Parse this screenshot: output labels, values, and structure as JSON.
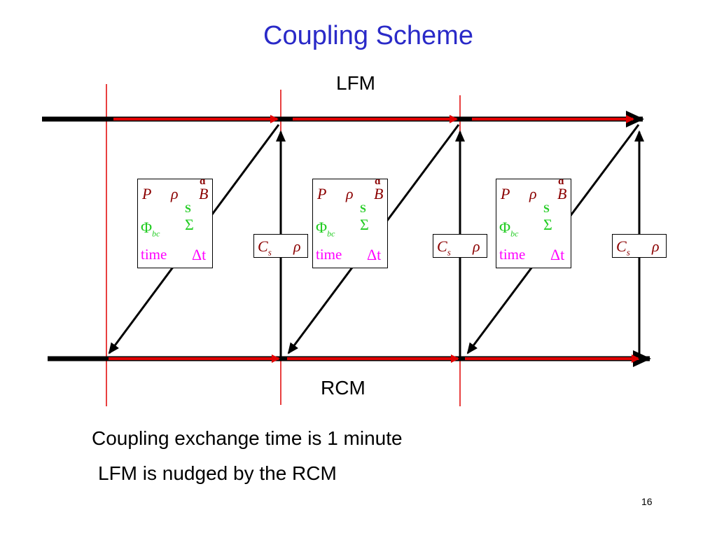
{
  "slide": {
    "title": "Coupling Scheme",
    "top_label": "LFM",
    "bottom_label": "RCM",
    "caption_line1": "Coupling exchange time is 1 minute",
    "caption_line2": "LFM is nudged by the RCM",
    "page_number": "16"
  },
  "variable_box": {
    "p": "P",
    "rho": "ρ",
    "b": "B",
    "b_decoration": "ɑ",
    "s_decoration": "S",
    "phi": "Φ",
    "phi_sub": "bc",
    "sigma": "Σ",
    "time": "time",
    "delta_t": "Δt"
  },
  "exchange_box": {
    "c": "C",
    "c_sub": "s",
    "rho": "ρ"
  },
  "colors": {
    "title": "#2a2ac8",
    "timeline": "#000000",
    "timeline_overlay": "#e00000",
    "divider": "#e00000",
    "box_text_dark": "#8b0000",
    "box_text_green": "#22cc22",
    "box_text_magenta": "#ff00ff"
  }
}
